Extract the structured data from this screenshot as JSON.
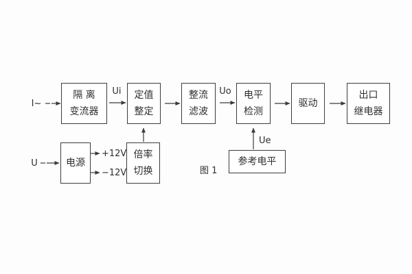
{
  "figure": {
    "caption": "图 1",
    "background_color": "#fdfdfd",
    "line_color": "#3b3b3b",
    "text_color": "#2e2e2e"
  },
  "blocks": {
    "isolation_transformer": {
      "lines": [
        "隔 离",
        "变流器"
      ]
    },
    "setpoint_adjust": {
      "lines": [
        "定值",
        "整定"
      ]
    },
    "rectifier_filter": {
      "lines": [
        "整流",
        "滤波"
      ]
    },
    "level_detector": {
      "lines": [
        "电平",
        "检测"
      ]
    },
    "driver": {
      "lines": [
        "驱动"
      ]
    },
    "output_relay": {
      "lines": [
        "出口",
        "继电器"
      ]
    },
    "power_supply": {
      "lines": [
        "电源"
      ]
    },
    "ratio_switch": {
      "lines": [
        "倍率",
        "切换"
      ]
    },
    "reference_level": {
      "lines": [
        "参考电平"
      ]
    }
  },
  "signals": {
    "input_current": "I~",
    "input_voltage": "U",
    "ui": "Ui",
    "uo": "Uo",
    "ue": "Ue",
    "plus_12v": "+12V",
    "minus_12v": "−12V"
  }
}
